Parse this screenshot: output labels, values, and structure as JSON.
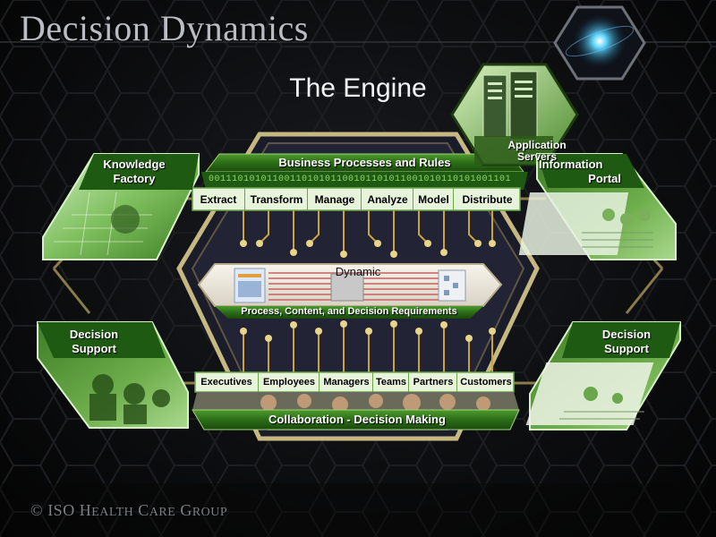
{
  "header": {
    "title": "Decision Dynamics",
    "subtitle": "The Engine"
  },
  "core": {
    "top_band_title": "Business Processes and Rules",
    "top_steps": [
      "Extract",
      "Transform",
      "Manage",
      "Analyze",
      "Model",
      "Distribute"
    ],
    "binary_text": "0011101010110011010101100101101011001010110101001101",
    "middle_title": "Dynamic",
    "middle_caption": "Process, Content, and Decision Requirements",
    "bottom_roles": [
      "Executives",
      "Employees",
      "Managers",
      "Teams",
      "Partners",
      "Customers"
    ],
    "bottom_band_title": "Collaboration - Decision Making"
  },
  "app_servers": {
    "label_line1": "Application",
    "label_line2": "Servers"
  },
  "panels": {
    "knowledge_factory": {
      "line1": "Knowledge",
      "line2": "Factory"
    },
    "information_portal": {
      "line1": "Information",
      "line2": "Portal"
    },
    "decision_support_left": {
      "line1": "Decision",
      "line2": "Support"
    },
    "decision_support_right": {
      "line1": "Decision",
      "line2": "Support"
    }
  },
  "footer": {
    "copyright_symbol": "©",
    "iso": "ISO",
    "h": "H",
    "ealth": "EALTH",
    "c": "C",
    "are": "ARE",
    "g": "G",
    "roup": "ROUP"
  },
  "colors": {
    "green_band": "#2d7a1a",
    "green_light": "#bfe8a6",
    "cell_fill": "#e8f3dc",
    "frame_gold": "#b8a46a",
    "circuit_gold": "#c9a43a",
    "hex_grid": "#15171a"
  }
}
